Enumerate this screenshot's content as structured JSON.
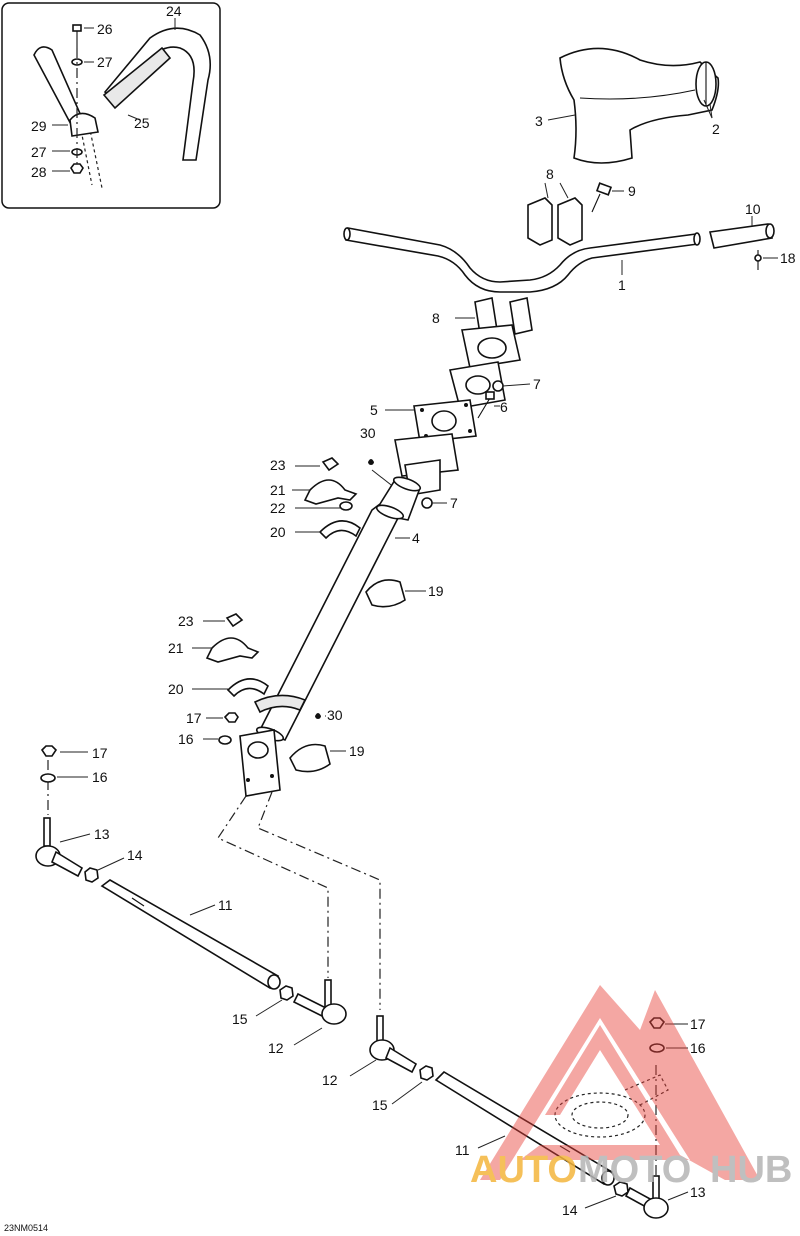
{
  "diagram_code": "23NM0514",
  "watermark": {
    "word1": "AUTO",
    "word2": "MOTO",
    "word3": "HUB",
    "color_orange": "#f4b63d",
    "color_grey": "#b5b5b5",
    "color_red": "#e8423a"
  },
  "callouts": {
    "c1": "1",
    "c2": "2",
    "c3": "3",
    "c4": "4",
    "c5": "5",
    "c6": "6",
    "c7a": "7",
    "c7b": "7",
    "c8a": "8",
    "c8b": "8",
    "c9": "9",
    "c10": "10",
    "c11a": "11",
    "c11b": "11",
    "c12a": "12",
    "c12b": "12",
    "c13a": "13",
    "c13b": "13",
    "c14a": "14",
    "c14b": "14",
    "c15a": "15",
    "c15b": "15",
    "c16a": "16",
    "c16b": "16",
    "c16c": "16",
    "c17a": "17",
    "c17b": "17",
    "c17c": "17",
    "c18": "18",
    "c19a": "19",
    "c19b": "19",
    "c20a": "20",
    "c20b": "20",
    "c21a": "21",
    "c21b": "21",
    "c22": "22",
    "c23a": "23",
    "c23b": "23",
    "c24": "24",
    "c25": "25",
    "c26": "26",
    "c27a": "27",
    "c27b": "27",
    "c28": "28",
    "c29": "29",
    "c30a": "30",
    "c30b": "30"
  }
}
